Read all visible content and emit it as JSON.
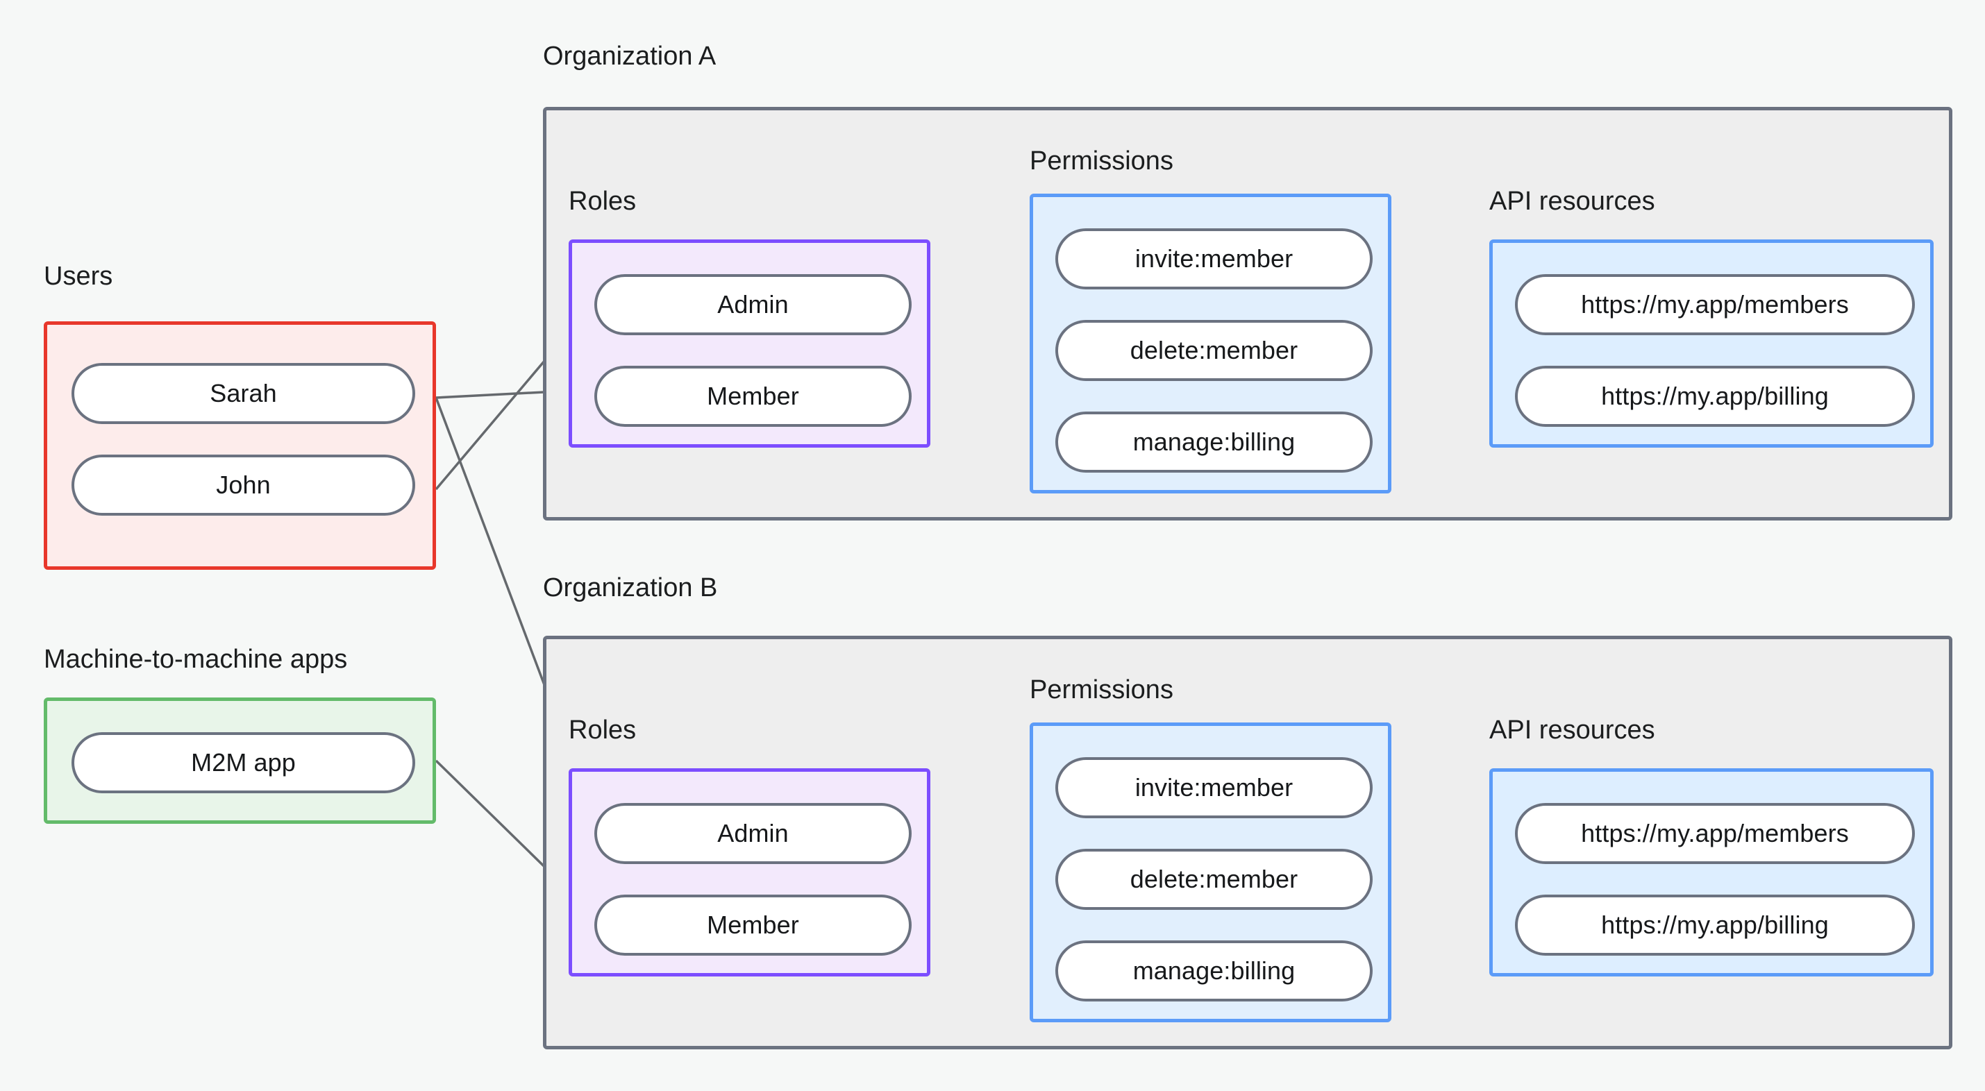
{
  "page": {
    "background": "#f6f8f7",
    "title": "Organization RBAC diagram"
  },
  "palette": {
    "users_border": "#e8372b",
    "users_fill": "#fdeceb",
    "m2m_border": "#63bb6a",
    "m2m_fill": "#e8f5e9",
    "org_border": "#6b7280",
    "org_fill": "#eeeeee",
    "roles_border": "#7c4dff",
    "roles_fill": "#f3e9fc",
    "permissions_border": "#5b9bf8",
    "permissions_fill": "#e1effd",
    "api_border": "#5b9bf8",
    "api_fill": "#ddeeff",
    "node_border": "#6b7280",
    "node_fill": "#ffffff",
    "edge": "#65696d",
    "text": "#1b1d1e"
  },
  "captions": {
    "users": "Users",
    "m2m": "Machine-to-machine apps",
    "org_a": "Organization A",
    "org_b": "Organization B",
    "roles_a": "Roles",
    "roles_b": "Roles",
    "permissions_a": "Permissions",
    "permissions_b": "Permissions",
    "api_a": "API resources",
    "api_b": "API resources"
  },
  "users": {
    "label": "Users",
    "items": [
      {
        "id": "sarah",
        "label": "Sarah"
      },
      {
        "id": "john",
        "label": "John"
      }
    ]
  },
  "m2m": {
    "label": "Machine-to-machine apps",
    "items": [
      {
        "id": "m2m-app",
        "label": "M2M app"
      }
    ]
  },
  "organizations": [
    {
      "id": "org-a",
      "label": "Organization A",
      "roles_label": "Roles",
      "permissions_label": "Permissions",
      "api_label": "API resources",
      "roles": [
        {
          "id": "a-admin",
          "label": "Admin"
        },
        {
          "id": "a-member",
          "label": "Member"
        }
      ],
      "permissions": [
        {
          "id": "a-invite",
          "label": "invite:member"
        },
        {
          "id": "a-delete",
          "label": "delete:member"
        },
        {
          "id": "a-billing",
          "label": "manage:billing"
        }
      ],
      "api_resources": [
        {
          "id": "a-members-url",
          "label": "https://my.app/members"
        },
        {
          "id": "a-billing-url",
          "label": "https://my.app/billing"
        }
      ]
    },
    {
      "id": "org-b",
      "label": "Organization B",
      "roles_label": "Roles",
      "permissions_label": "Permissions",
      "api_label": "API resources",
      "roles": [
        {
          "id": "b-admin",
          "label": "Admin"
        },
        {
          "id": "b-member",
          "label": "Member"
        }
      ],
      "permissions": [
        {
          "id": "b-invite",
          "label": "invite:member"
        },
        {
          "id": "b-delete",
          "label": "delete:member"
        },
        {
          "id": "b-billing",
          "label": "manage:billing"
        }
      ],
      "api_resources": [
        {
          "id": "b-members-url",
          "label": "https://my.app/members"
        },
        {
          "id": "b-billing-url",
          "label": "https://my.app/billing"
        }
      ]
    }
  ],
  "connections": [
    {
      "from": "sarah",
      "to": "a-member"
    },
    {
      "from": "sarah",
      "to": "b-admin"
    },
    {
      "from": "john",
      "to": "a-admin"
    },
    {
      "from": "m2m-app",
      "to": "b-member"
    },
    {
      "from": "a-admin",
      "to": "a-invite"
    },
    {
      "from": "a-admin",
      "to": "a-delete"
    },
    {
      "from": "a-member",
      "to": "a-billing"
    },
    {
      "from": "a-invite",
      "to": "a-members-url"
    },
    {
      "from": "a-delete",
      "to": "a-members-url"
    },
    {
      "from": "a-billing",
      "to": "a-billing-url"
    },
    {
      "from": "b-admin",
      "to": "b-invite"
    },
    {
      "from": "b-admin",
      "to": "b-delete"
    },
    {
      "from": "b-member",
      "to": "b-billing"
    },
    {
      "from": "b-invite",
      "to": "b-members-url"
    },
    {
      "from": "b-delete",
      "to": "b-members-url"
    },
    {
      "from": "b-billing",
      "to": "b-billing-url"
    }
  ]
}
